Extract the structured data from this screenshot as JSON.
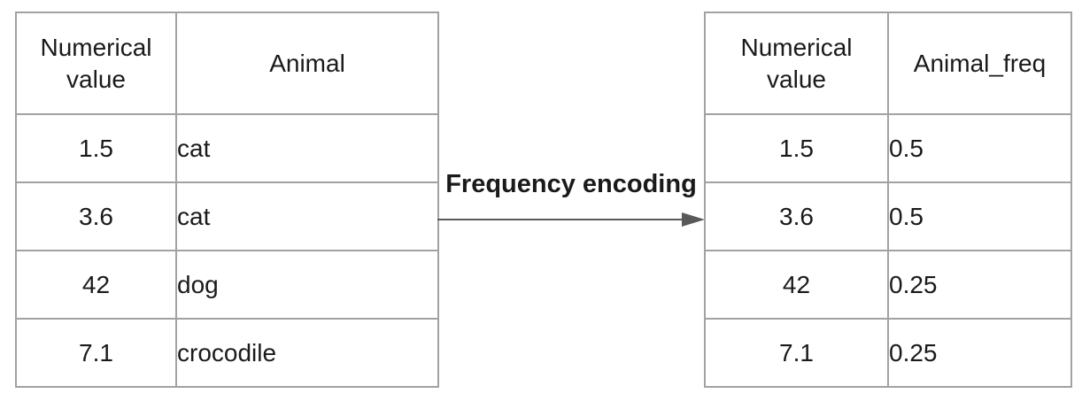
{
  "colors": {
    "table_border": "#a2a2a2",
    "arrow": "#595959",
    "text": "#1a1a1a"
  },
  "transform": {
    "label": "Frequency encoding",
    "arrow_icon": "right-arrow"
  },
  "left_table": {
    "columns": [
      "Numerical value",
      "Animal"
    ],
    "rows": [
      [
        "1.5",
        "cat"
      ],
      [
        "3.6",
        "cat"
      ],
      [
        "42",
        "dog"
      ],
      [
        "7.1",
        "crocodile"
      ]
    ]
  },
  "right_table": {
    "columns": [
      "Numerical value",
      "Animal_freq"
    ],
    "rows": [
      [
        "1.5",
        "0.5"
      ],
      [
        "3.6",
        "0.5"
      ],
      [
        "42",
        "0.25"
      ],
      [
        "7.1",
        "0.25"
      ]
    ]
  }
}
